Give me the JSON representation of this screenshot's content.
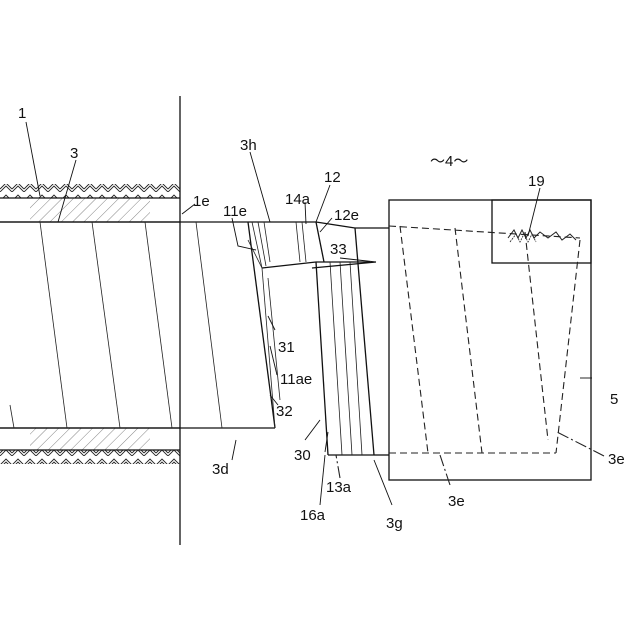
{
  "figure": {
    "colors": {
      "line": "#111111",
      "background": "#ffffff"
    },
    "labels": {
      "l1": "1",
      "l3": "3",
      "l3h": "3h",
      "l1e": "1e",
      "l11e": "11e",
      "l14a": "14a",
      "l12": "12",
      "l12e": "12e",
      "l33": "33",
      "l4": "～4～",
      "l19": "19",
      "l31": "31",
      "l11ae": "11ae",
      "l32": "32",
      "l5": "5",
      "l3d": "3d",
      "l30": "30",
      "l13a": "13a",
      "l16a": "16a",
      "l3g": "3g",
      "l3e_right": "3e",
      "l3e_bottom": "3e"
    }
  }
}
